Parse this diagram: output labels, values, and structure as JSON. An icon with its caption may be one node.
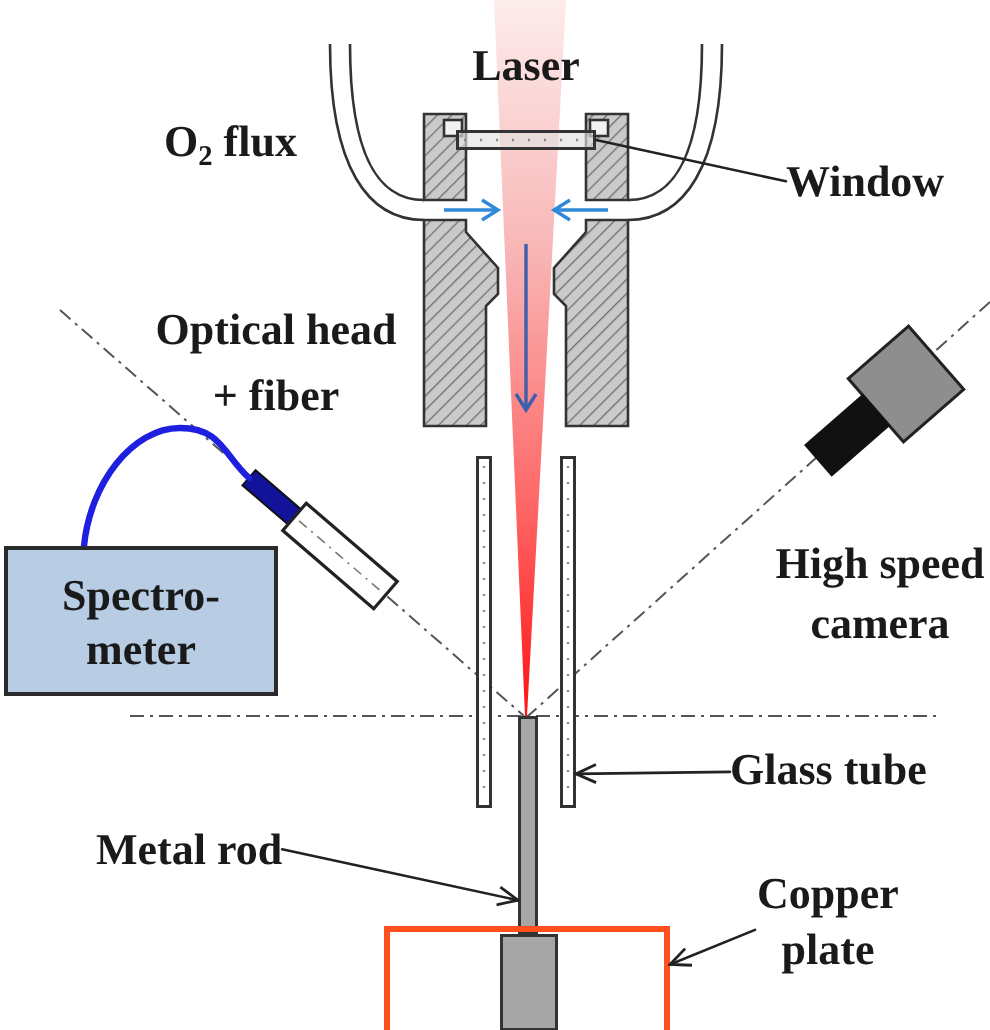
{
  "diagram": {
    "nodes": [
      {
        "text": [],
        "shape": "box"
      },
      {
        "text": [
          "Window"
        ]
      },
      {
        "text": [],
        "shape": "box"
      },
      {
        "text": [
          "Spectro- meter"
        ]
      },
      {
        "text": [
          "Glass tube"
        ]
      },
      {
        "text": [],
        "shape": "box"
      },
      {
        "text": [
          "Metal rod"
        ]
      },
      {
        "text": [],
        "shape": "bar"
      },
      {
        "text": [
          "Copper plate"
        ]
      },
      {
        "text": [],
        "shape": "line"
      }
    ],
    "edges": [
      {
        "from": 1,
        "to": 0,
        "arrow": "none"
      },
      {
        "from": 3,
        "to": 2,
        "arrow": "none",
        "style": "thick",
        "color": "#1f1fe0"
      },
      {
        "from": 4,
        "to": 5,
        "arrow": "to"
      },
      {
        "from": 6,
        "to": 7,
        "arrow": "to"
      },
      {
        "from": 8,
        "to": 9,
        "arrow": "to"
      }
    ],
    "labels": [
      "Laser",
      "O$_{2}$ flux",
      "Optical head + fiber",
      "High speed camera"
    ]
  }
}
